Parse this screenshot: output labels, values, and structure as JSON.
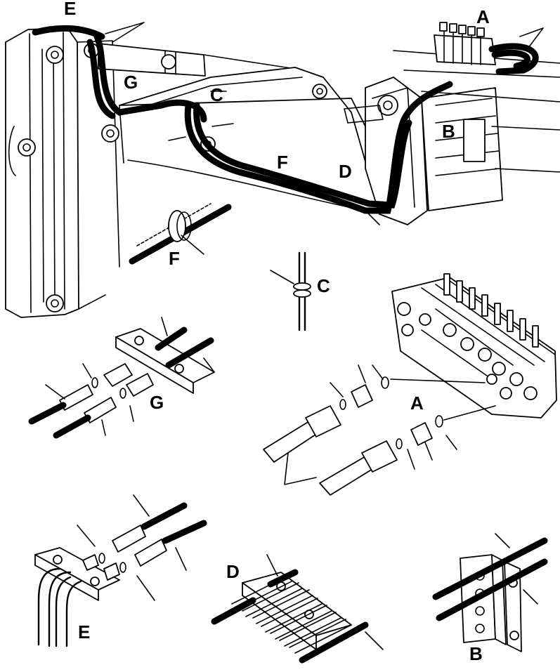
{
  "labels": {
    "E": "E",
    "A": "A",
    "G": "G",
    "C": "C",
    "B": "B",
    "F": "F",
    "D": "D"
  }
}
